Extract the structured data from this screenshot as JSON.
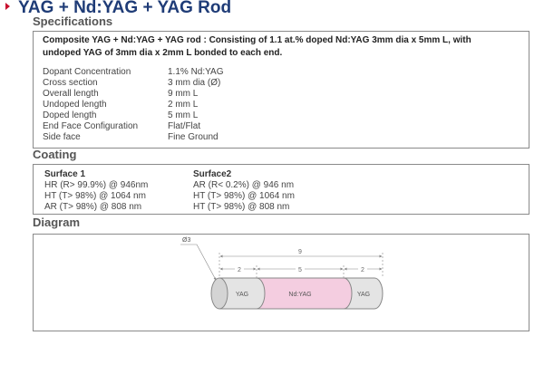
{
  "header": {
    "title": "YAG + Nd:YAG + YAG Rod",
    "specifications_label": "Specifications",
    "coating_label": "Coating",
    "diagram_label": "Diagram"
  },
  "specifications": {
    "description_line1": "Composite YAG + Nd:YAG + YAG rod : Consisting of 1.1  at.% doped Nd:YAG 3mm dia x 5mm L, with",
    "description_line2": "undoped YAG of 3mm dia x 2mm L bonded to each end.",
    "rows": [
      {
        "label": "Dopant Concentration",
        "value": "1.1% Nd:YAG"
      },
      {
        "label": "Cross section",
        "value": "3 mm dia (Ø)"
      },
      {
        "label": "Overall length",
        "value": "9 mm  L"
      },
      {
        "label": "Undoped length",
        "value": "2 mm  L"
      },
      {
        "label": "Doped length",
        "value": "5 mm  L"
      },
      {
        "label": "End Face Configuration",
        "value": "Flat/Flat"
      },
      {
        "label": "Side face",
        "value": "Fine Ground"
      }
    ]
  },
  "coating": {
    "surface1": {
      "title": "Surface 1",
      "lines": [
        "HR (R> 99.9%) @ 946nm",
        "HT (T> 98%) @ 1064 nm",
        "AR (T> 98%) @ 808 nm"
      ]
    },
    "surface2": {
      "title": "Surface2",
      "lines": [
        "AR (R< 0.2%) @ 946 nm",
        "HT (T> 98%) @ 1064 nm",
        "HT (T> 98%) @ 808 nm"
      ]
    }
  },
  "diagram": {
    "diameter_label": "Ø3",
    "overall_length": "9",
    "left_length": "2",
    "middle_length": "5",
    "right_length": "2",
    "left_segment": "YAG",
    "middle_segment": "Nd:YAG",
    "right_segment": "YAG",
    "colors": {
      "doped": "#f4cde0",
      "undoped": "#e4e4e4",
      "outline": "#888888"
    }
  }
}
